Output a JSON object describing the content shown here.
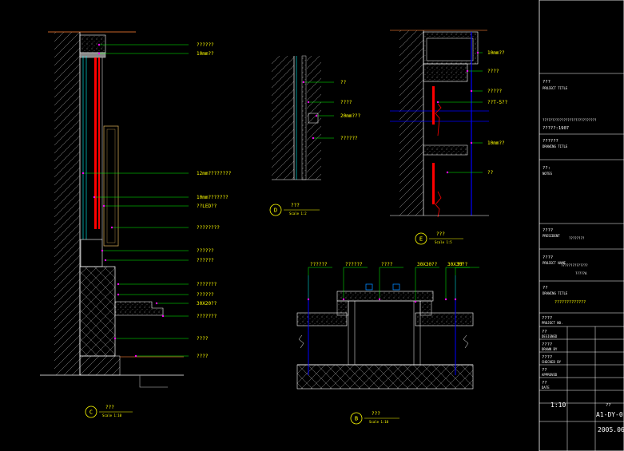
{
  "drawing": {
    "colors": {
      "background": "#000000",
      "annotation": "#ffff00",
      "leader": "#00ff00",
      "wall_line": "#ffffff",
      "glass": "#0000ff",
      "steel": "#ff0000",
      "timber": "#c8a050"
    },
    "details": {
      "C": {
        "letter": "C",
        "title": "???",
        "scale": "Scale 1:10",
        "labels": [
          "??????",
          "10mm??",
          "12mm????????",
          "10mm???????",
          "??LED??",
          "????????",
          "??????",
          "??????",
          "???????",
          "??????",
          "30X20??",
          "???????",
          "????",
          "????"
        ]
      },
      "D": {
        "letter": "D",
        "title": "???",
        "scale": "Scale 1:2",
        "labels": [
          "??",
          "????",
          "20mm???",
          "??????"
        ]
      },
      "E": {
        "letter": "E",
        "title": "???",
        "scale": "Scale 1:5",
        "labels": [
          "10mm??",
          "????",
          "?????",
          "??T-5??",
          "10mm??",
          "??"
        ]
      },
      "B": {
        "letter": "B",
        "title": "???",
        "scale": "Scale 1:10",
        "labels": [
          "??????",
          "??????",
          "????",
          "30X30??",
          "30X30??",
          "??"
        ]
      }
    },
    "title_block": {
      "project_title": "???",
      "project_title_en": "PROJECT TITLE",
      "project_desc": "????????????????????????????",
      "project_no": "?????:1907",
      "drawing_title": "??????",
      "drawing_title_en": "DRAWING TITLE",
      "notes_title": "??:",
      "notes_en": "NOTES",
      "engineer": "????",
      "engineer_en": "PRESIDENT",
      "engineer_value": "????????",
      "project_name_label": "????",
      "project_name_en": "PROJECT NAME",
      "project_name_value": "??????????????",
      "project_name_value2": "?????A",
      "sheet_name_label": "??",
      "sheet_name_en": "DRAWING TITLE",
      "sheet_name_value": "?????????????",
      "rows": [
        {
          "label": "????",
          "en": "PROJECT NO."
        },
        {
          "label": "??",
          "en": "DESIGNED"
        },
        {
          "label": "????",
          "en": "DRAWN BY"
        },
        {
          "label": "????",
          "en": "CHECKED BY"
        },
        {
          "label": "??",
          "en": "APPROVED"
        },
        {
          "label": "??",
          "en": "DATE"
        }
      ],
      "scale_value": "1:10",
      "page_value": "??",
      "drawing_no": "A1-DY-0",
      "date_value": "2005.06"
    }
  }
}
